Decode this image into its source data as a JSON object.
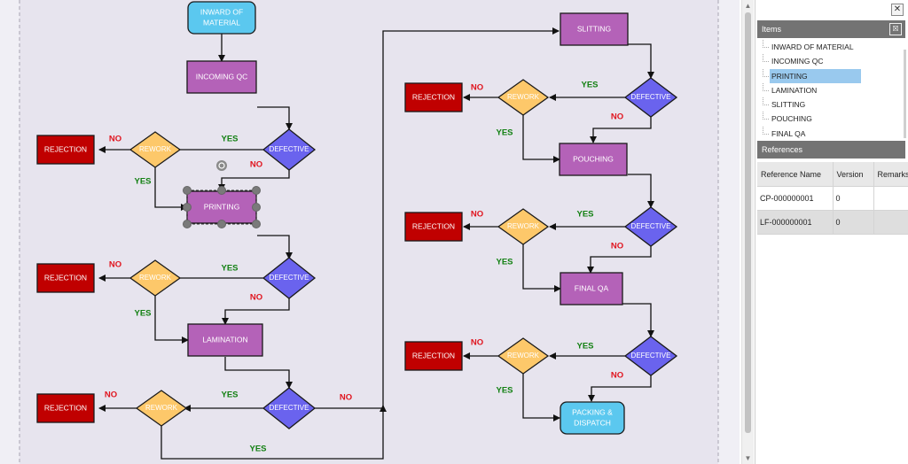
{
  "diagram": {
    "nodes": {
      "inward": [
        "INWARD OF",
        "MATERIAL"
      ],
      "incoming_qc": "INCOMING QC",
      "printing": "PRINTING",
      "lamination": "LAMINATION",
      "slitting": "SLITTING",
      "pouching": "POUCHING",
      "final_qa": "FINAL QA",
      "packing": [
        "PACKING &",
        "DISPATCH"
      ],
      "defective": "DEFECTIVE",
      "rework": "REWORK",
      "rejection": "REJECTION"
    },
    "labels": {
      "yes": "YES",
      "no": "NO"
    },
    "colors": {
      "process": "#b462b8",
      "terminal": "#5bc8ef",
      "decision": "#6a63ee",
      "rework": "#fdc86a",
      "rejection": "#c00000",
      "yes": "#128012",
      "no": "#e0141e"
    }
  },
  "panel": {
    "close_icon": "✕",
    "items_header": "Items",
    "items_header_icon": "☒",
    "items": [
      "INWARD OF MATERIAL",
      "INCOMING QC",
      "PRINTING",
      "LAMINATION",
      "SLITTING",
      "POUCHING",
      "FINAL QA"
    ],
    "selected_index": 2,
    "references_header": "References",
    "references": {
      "columns": [
        "Reference Name",
        "Version",
        "Remarks"
      ],
      "rows": [
        [
          "CP-000000001",
          "0",
          ""
        ],
        [
          "LF-000000001",
          "0",
          ""
        ]
      ]
    }
  }
}
